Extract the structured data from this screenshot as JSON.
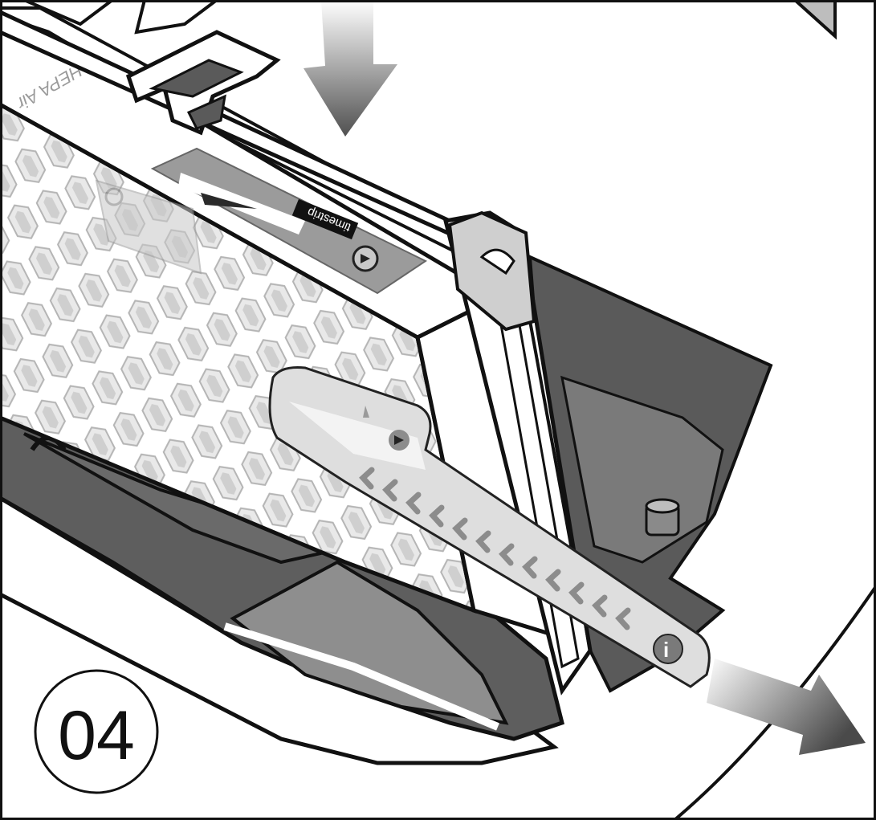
{
  "step": {
    "number": "04"
  },
  "filter": {
    "brand_text": "HEPA Air"
  },
  "timestrip": {
    "label": "timestrip"
  },
  "pull_tab": {
    "info_symbol": "i"
  },
  "colors": {
    "outline": "#111111",
    "dark_gray": "#5a5a5a",
    "mid_gray": "#8c8c8c",
    "light_gray": "#bdbdbd",
    "pale_gray": "#dedede",
    "white": "#ffffff"
  },
  "icons": [
    "down-arrow-icon",
    "pull-arrow-icon",
    "info-icon",
    "play-triangle-icon",
    "chevron-icon"
  ]
}
